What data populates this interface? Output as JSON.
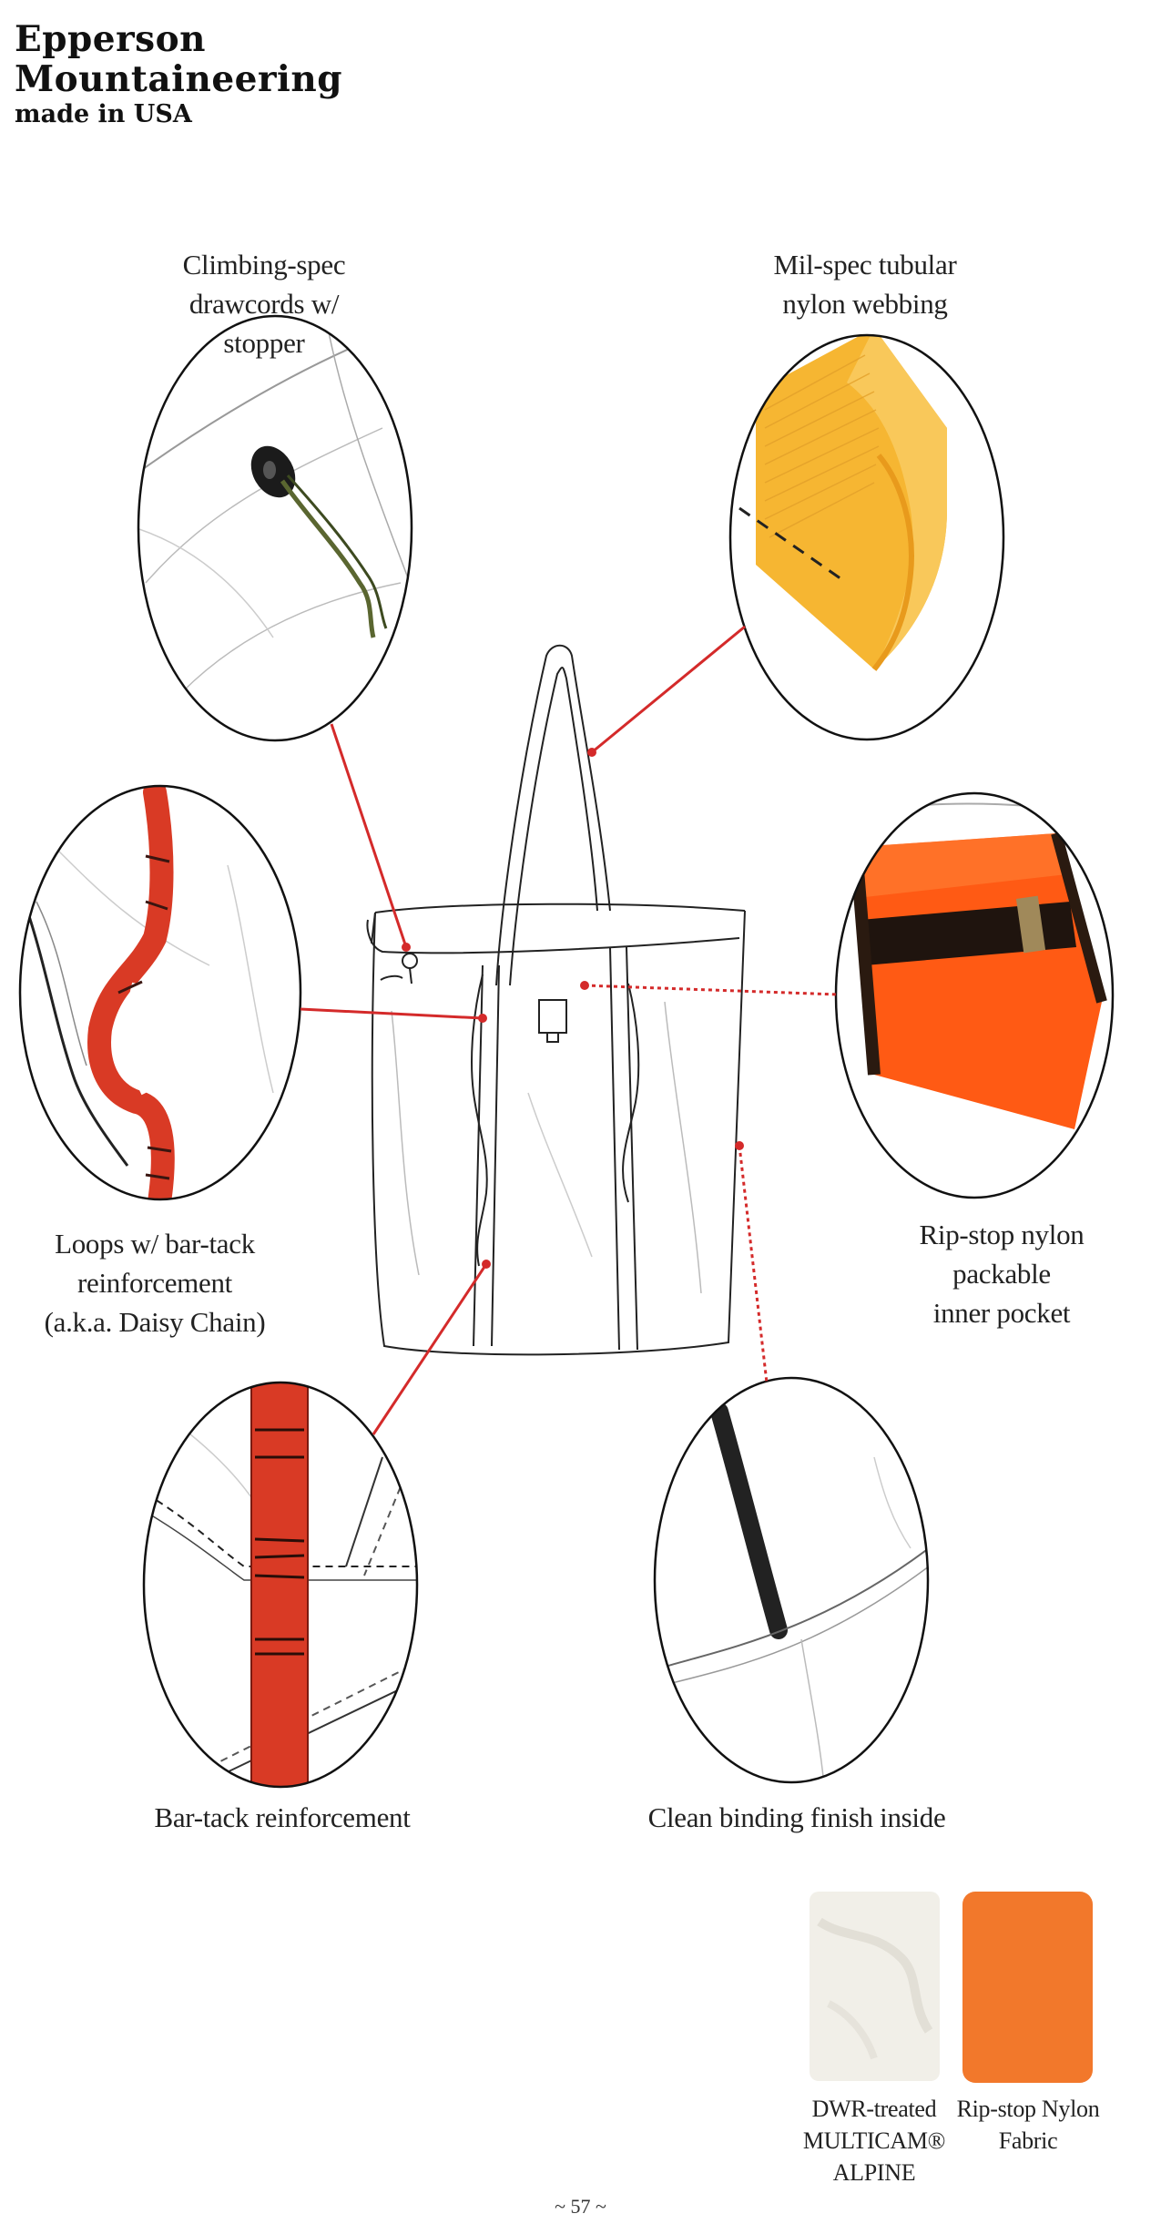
{
  "brand": {
    "line1": "Epperson",
    "line2": "Mountaineering",
    "line3": "made in USA"
  },
  "features": {
    "drawcords": [
      "Climbing-spec",
      "drawcords w/ stopper"
    ],
    "webbing": [
      "Mil-spec tubular",
      "nylon webbing"
    ],
    "loops": [
      "Loops w/ bar-tack",
      "reinforcement",
      "(a.k.a. Daisy Chain)"
    ],
    "pocket": [
      "Rip-stop nylon packable",
      "inner pocket"
    ],
    "bartack": [
      "Bar-tack reinforcement"
    ],
    "binding": [
      "Clean binding finish inside"
    ]
  },
  "swatches": [
    {
      "label": [
        "DWR-treated",
        "MULTICAM®",
        "ALPINE"
      ],
      "color": "#f1efe8"
    },
    {
      "label": [
        "Rip-stop Nylon",
        "Fabric"
      ],
      "color": "#f2782b"
    }
  ],
  "colors": {
    "leader_line": "#d42a2a",
    "webbing_yellow": "#f6b632",
    "strap_red": "#d93a25",
    "pocket_orange": "#ff5a14"
  },
  "page_number": "~ 57 ~"
}
